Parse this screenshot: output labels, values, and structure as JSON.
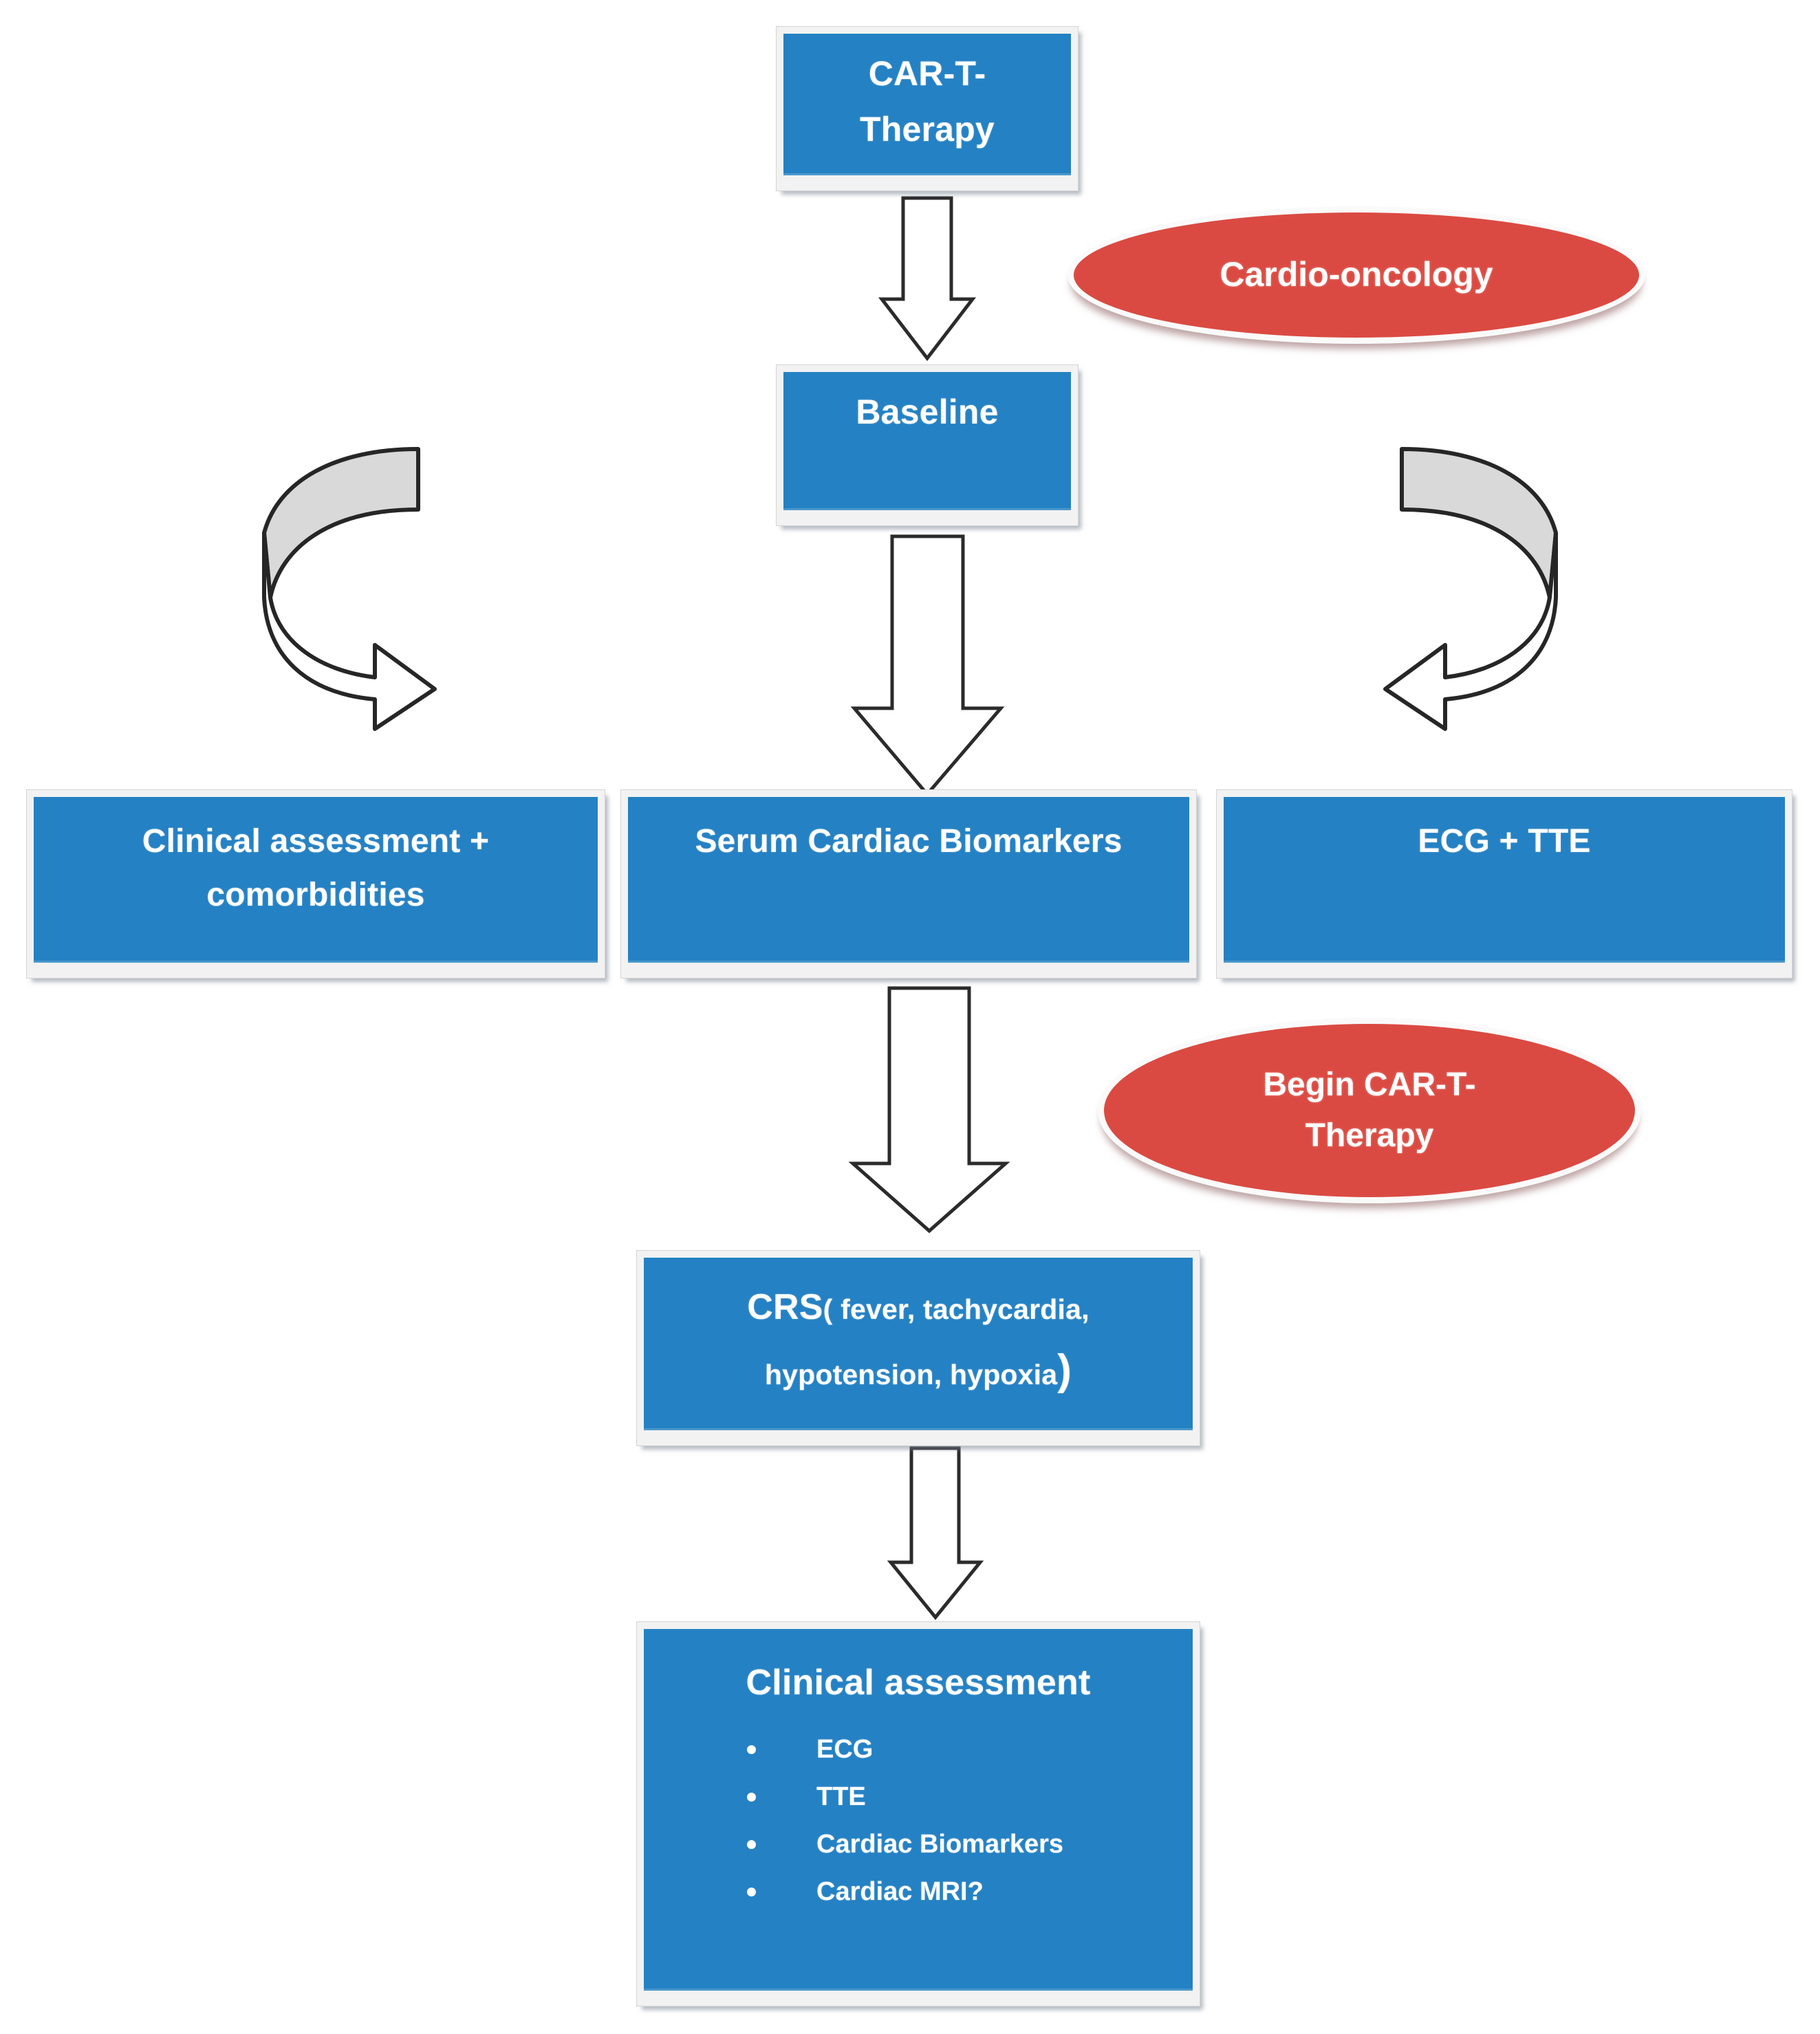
{
  "diagram": {
    "title": "CAR-T therapy cardio-oncology monitoring flowchart",
    "colors": {
      "box_fill": "#2481C3",
      "box_frame": "#F2F2F2",
      "ellipse_fill": "#DA4A42",
      "ellipse_border": "#FAFAFA",
      "arrow_fill": "#FFFFFF",
      "arrow_stroke": "#2B2B2B",
      "curved_arrow_top": "#D9D9D9",
      "text": "#FFFFFF",
      "background": "#FFFFFF"
    },
    "nodes": {
      "car_t_therapy": {
        "label": "CAR-T-\nTherapy",
        "shape": "rectangle"
      },
      "cardio_oncology": {
        "label": "Cardio-oncology",
        "shape": "ellipse"
      },
      "baseline": {
        "label": "Baseline",
        "shape": "rectangle"
      },
      "clinical_assessment_comorbidities": {
        "label": "Clinical assessment +\ncomorbidities",
        "shape": "rectangle"
      },
      "serum_cardiac_biomarkers": {
        "label": "Serum Cardiac Biomarkers",
        "shape": "rectangle"
      },
      "ecg_tte": {
        "label": "ECG + TTE",
        "shape": "rectangle"
      },
      "begin_car_t_therapy": {
        "label": "Begin CAR-T-\nTherapy",
        "shape": "ellipse"
      },
      "crs": {
        "shape": "rectangle",
        "label_main": "CRS",
        "label_detail_line1": "( fever, tachycardia,",
        "label_detail_line2": "hypotension, hypoxia",
        "label_close_paren": ")"
      },
      "clinical_assessment": {
        "shape": "rectangle",
        "title": "Clinical assessment",
        "bullets": [
          "ECG",
          "TTE",
          "Cardiac Biomarkers",
          "Cardiac MRI?"
        ]
      }
    },
    "connectors": [
      {
        "name": "car-t-to-baseline",
        "type": "block-arrow-down"
      },
      {
        "name": "baseline-to-biomarkers",
        "type": "block-arrow-down"
      },
      {
        "name": "biomarkers-to-crs",
        "type": "block-arrow-down"
      },
      {
        "name": "crs-to-clinical-assessment",
        "type": "block-arrow-down"
      },
      {
        "name": "left-curved-arrow",
        "type": "curved-arrow-right"
      },
      {
        "name": "right-curved-arrow",
        "type": "curved-arrow-left"
      }
    ]
  }
}
